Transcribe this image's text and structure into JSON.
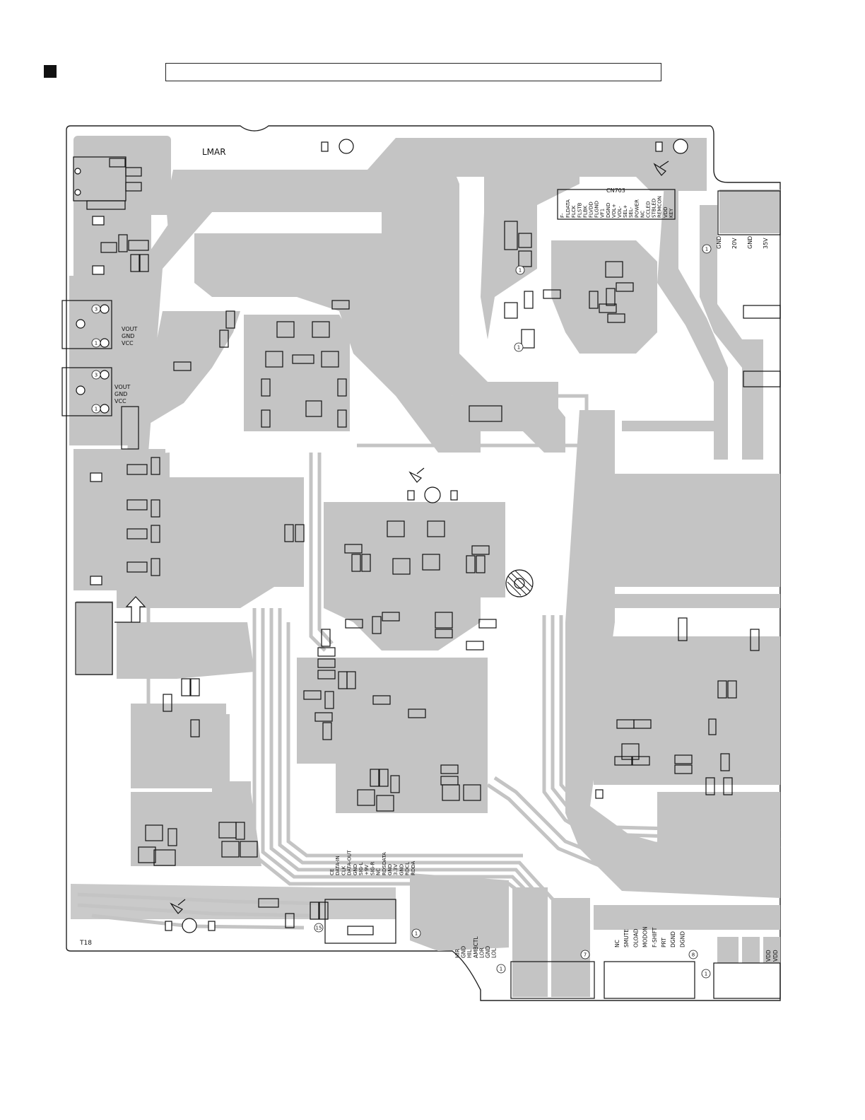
{
  "header": {
    "title_box_text": ""
  },
  "board": {
    "mark_label": "LMAR",
    "corner_label": "T18",
    "cn703_label": "CN703",
    "cn703_pins": [
      "F-",
      "FLDATA",
      "FLCK",
      "FLSTB",
      "FLBK",
      "FLVDD",
      "FLGND",
      "VF1",
      "DGND",
      "VOL+",
      "VOL-",
      "SEL+",
      "SEL-",
      "POWER",
      "NC",
      "CCLED",
      "STBLED",
      "REMCON",
      "VDD",
      "KEY"
    ],
    "power_pins": [
      "GND",
      "20V",
      "GND",
      "35V"
    ],
    "jack_top_pins": [
      "VOUT",
      "GND",
      "VCC"
    ],
    "jack_bottom_pins": [
      "VOUT",
      "GND",
      "VCC"
    ],
    "tuner_pins": [
      "CE",
      "DATA-IN",
      "CLK",
      "DATA-OUT",
      "GND",
      "SIG-L",
      "+9V",
      "SIG-R",
      "NC",
      "RDSDATA",
      "GND",
      "3.3V",
      "GND",
      "RDCL",
      "RDDA"
    ],
    "conn7_pins": [
      "HIR",
      "GND",
      "HIL",
      "AMBCTL",
      "LOR",
      "GND",
      "LOL"
    ],
    "conn8_pins": [
      "NC",
      "SMUTE",
      "OLOAD",
      "MODON",
      "F-SHIFT",
      "PRT",
      "DGND",
      "DGND"
    ],
    "right_pins": [
      "VDD",
      "VDD"
    ],
    "pin_markers": [
      "1",
      "1",
      "1",
      "15",
      "1",
      "7",
      "1",
      "8",
      "1",
      "3",
      "1",
      "3",
      "1"
    ]
  },
  "colors": {
    "copper": "#c4c4c4",
    "outline": "#222222",
    "silk": "#111111"
  }
}
